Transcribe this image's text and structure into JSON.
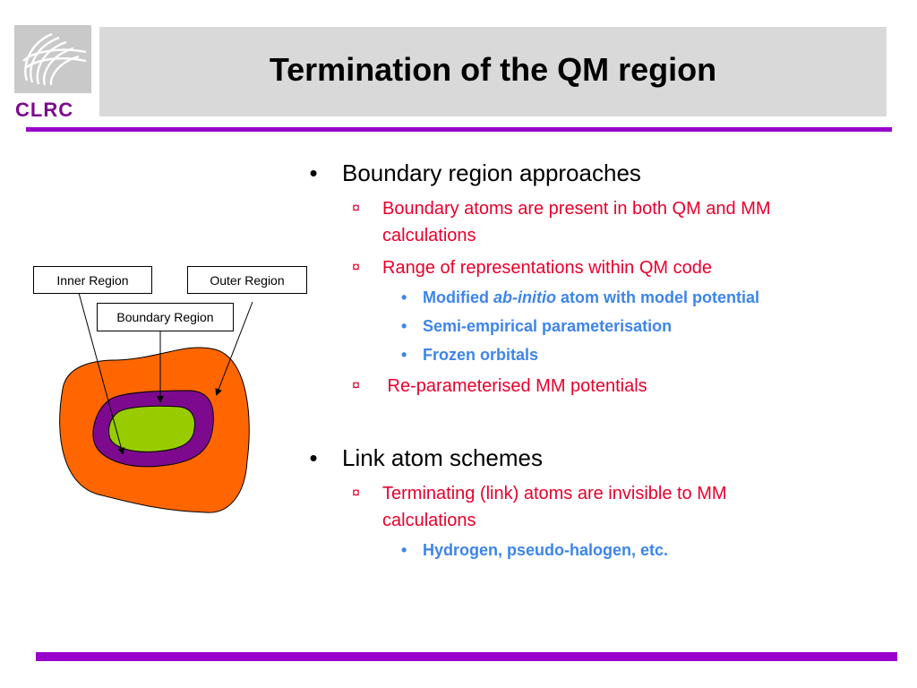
{
  "logo": {
    "text": "CLRC"
  },
  "title": "Termination of the QM region",
  "colors": {
    "accent_rule": "#9900cc",
    "red_text": "#e8002a",
    "blue_text": "#3d85ea",
    "outer_region": "#ff6600",
    "boundary_region": "#7d0a8e",
    "inner_region": "#99cc00"
  },
  "diagram": {
    "labels": {
      "inner": "Inner Region",
      "outer": "Outer Region",
      "boundary": "Boundary Region"
    }
  },
  "sections": [
    {
      "marker": "•",
      "heading": "Boundary region approaches",
      "items": [
        {
          "marker": "¤",
          "text": "Boundary atoms are present in both QM and MM calculations",
          "sub": []
        },
        {
          "marker": "¤",
          "text": "Range of representations within QM code",
          "sub": [
            {
              "marker": "•",
              "pre": "Modified ",
              "em": "ab-initio",
              "post": " atom with model potential"
            },
            {
              "marker": "•",
              "text": "Semi-empirical parameterisation"
            },
            {
              "marker": "•",
              "text": "Frozen orbitals"
            }
          ]
        },
        {
          "marker": "¤",
          "text": " Re-parameterised MM potentials",
          "sub": []
        }
      ]
    },
    {
      "marker": "•",
      "heading": "Link atom schemes",
      "items": [
        {
          "marker": "¤",
          "text": "Terminating (link) atoms are invisible to MM calculations",
          "sub": [
            {
              "marker": "•",
              "text": "Hydrogen, pseudo-halogen, etc."
            }
          ]
        }
      ]
    }
  ]
}
